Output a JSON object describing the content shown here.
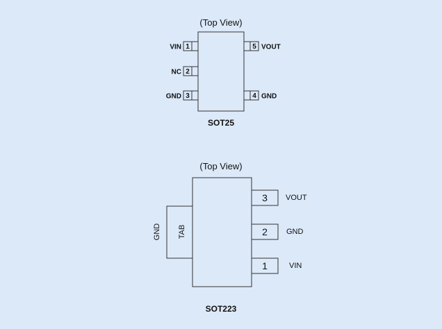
{
  "sot25": {
    "view_label": "(Top View)",
    "package_name": "SOT25",
    "pins": {
      "vin": {
        "number": "1",
        "name": "VIN"
      },
      "nc": {
        "number": "2",
        "name": "NC"
      },
      "gnd_left": {
        "number": "3",
        "name": "GND"
      },
      "gnd_right": {
        "number": "4",
        "name": "GND"
      },
      "vout": {
        "number": "5",
        "name": "VOUT"
      }
    }
  },
  "sot223": {
    "view_label": "(Top View)",
    "package_name": "SOT223",
    "tab": {
      "label": "TAB",
      "name": "GND"
    },
    "pins": {
      "vout": {
        "number": "3",
        "name": "VOUT"
      },
      "gnd": {
        "number": "2",
        "name": "GND"
      },
      "vin": {
        "number": "1",
        "name": "VIN"
      }
    }
  }
}
